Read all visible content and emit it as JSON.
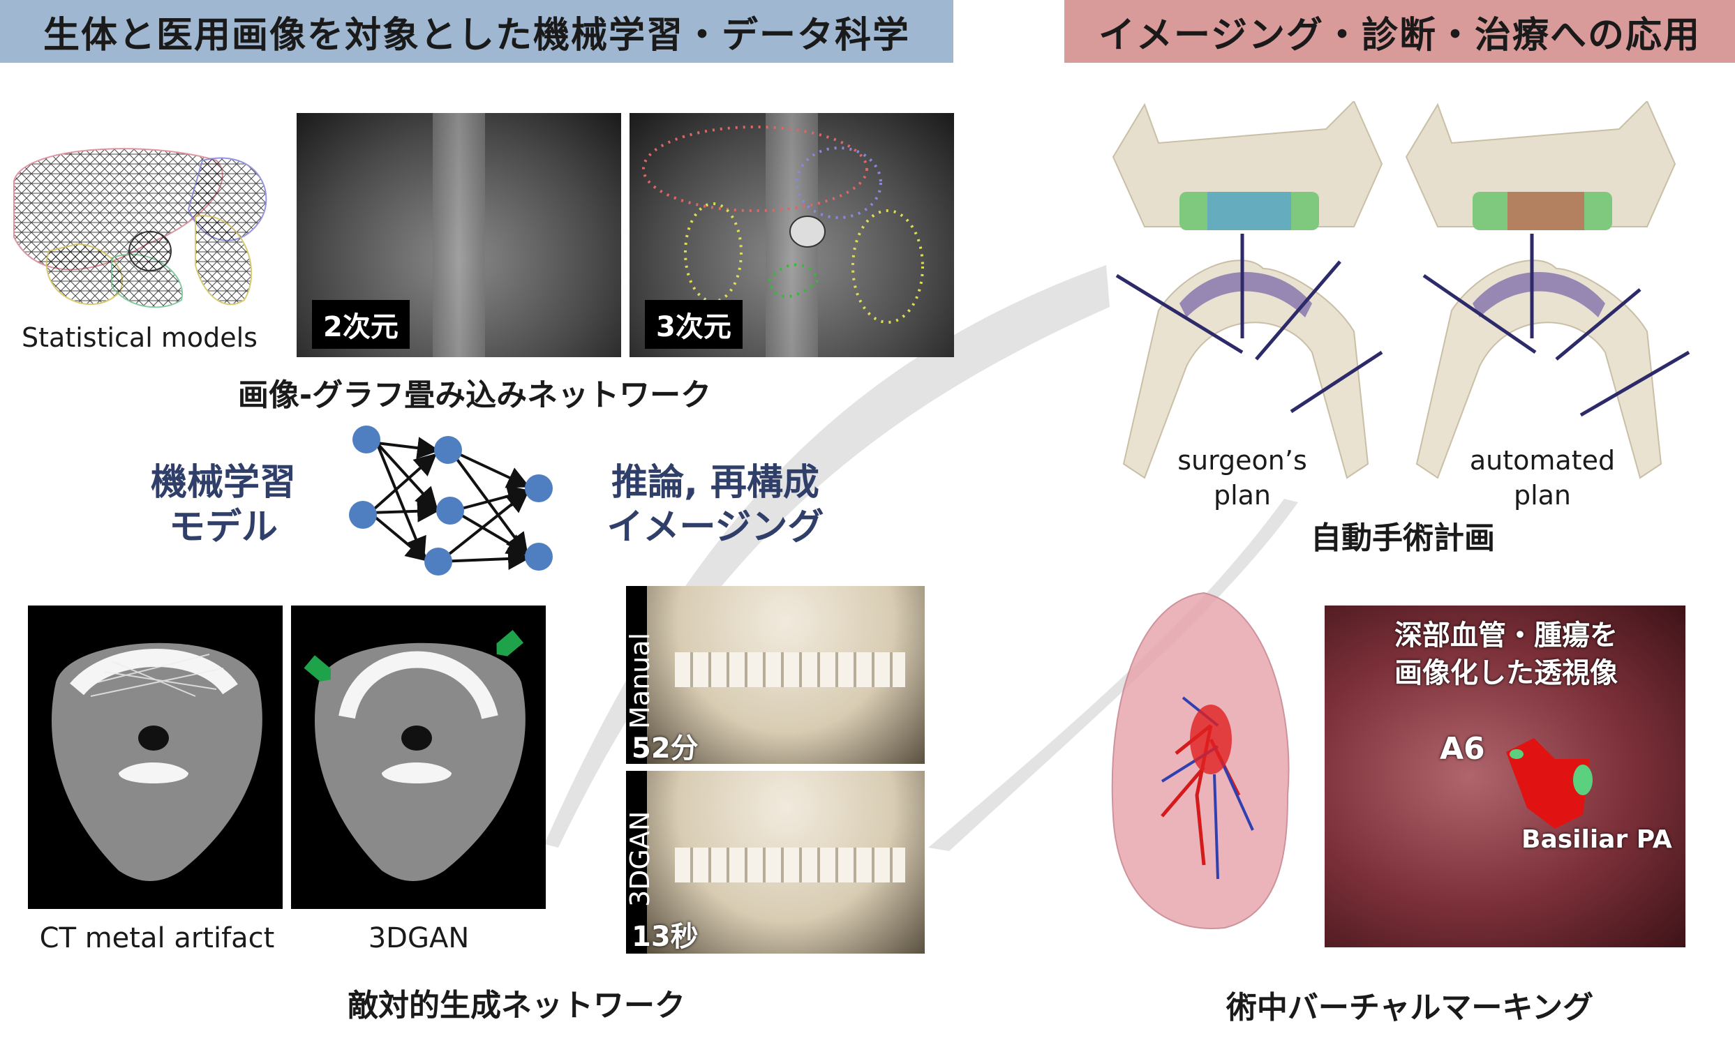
{
  "header": {
    "left_title": "生体と医用画像を対象とした機械学習・データ科学",
    "right_title": "イメージング・診断・治療への応用"
  },
  "left": {
    "statistical_models_label": "Statistical models",
    "xray_2d_badge": "2次元",
    "xray_3d_badge": "3次元",
    "graph_conv_caption": "画像-グラフ畳み込みネットワーク",
    "ml_model_label_line1": "機械学習",
    "ml_model_label_line2": "モデル",
    "inference_label_line1": "推論, 再構成",
    "inference_label_line2": "イメージング",
    "ct_artifact_label": "CT metal artifact",
    "gan_label": "3DGAN",
    "manual_side_label": "Manual",
    "manual_time": "52分",
    "gan_side_label": "3DGAN",
    "gan_time": "13秒",
    "adversarial_caption": "敵対的生成ネットワーク"
  },
  "right": {
    "surgeon_plan_line1": "surgeon’s",
    "surgeon_plan_line2": "plan",
    "automated_plan_line1": "automated",
    "automated_plan_line2": "plan",
    "auto_surgery_caption": "自動手術計画",
    "fluoro_line1": "深部血管・腫瘍を",
    "fluoro_line2": "画像化した透視像",
    "a6_label": "A6",
    "basilar_label": "Basiliar PA",
    "virtual_marking_caption": "術中バーチャルマーキング"
  },
  "colors": {
    "left_header_bg": "#9fb7d0",
    "right_header_bg": "#d99a9a",
    "node_blue": "#4f7fc1",
    "label_navy": "#2f3f6a",
    "arrow_green": "#1fa34a"
  }
}
